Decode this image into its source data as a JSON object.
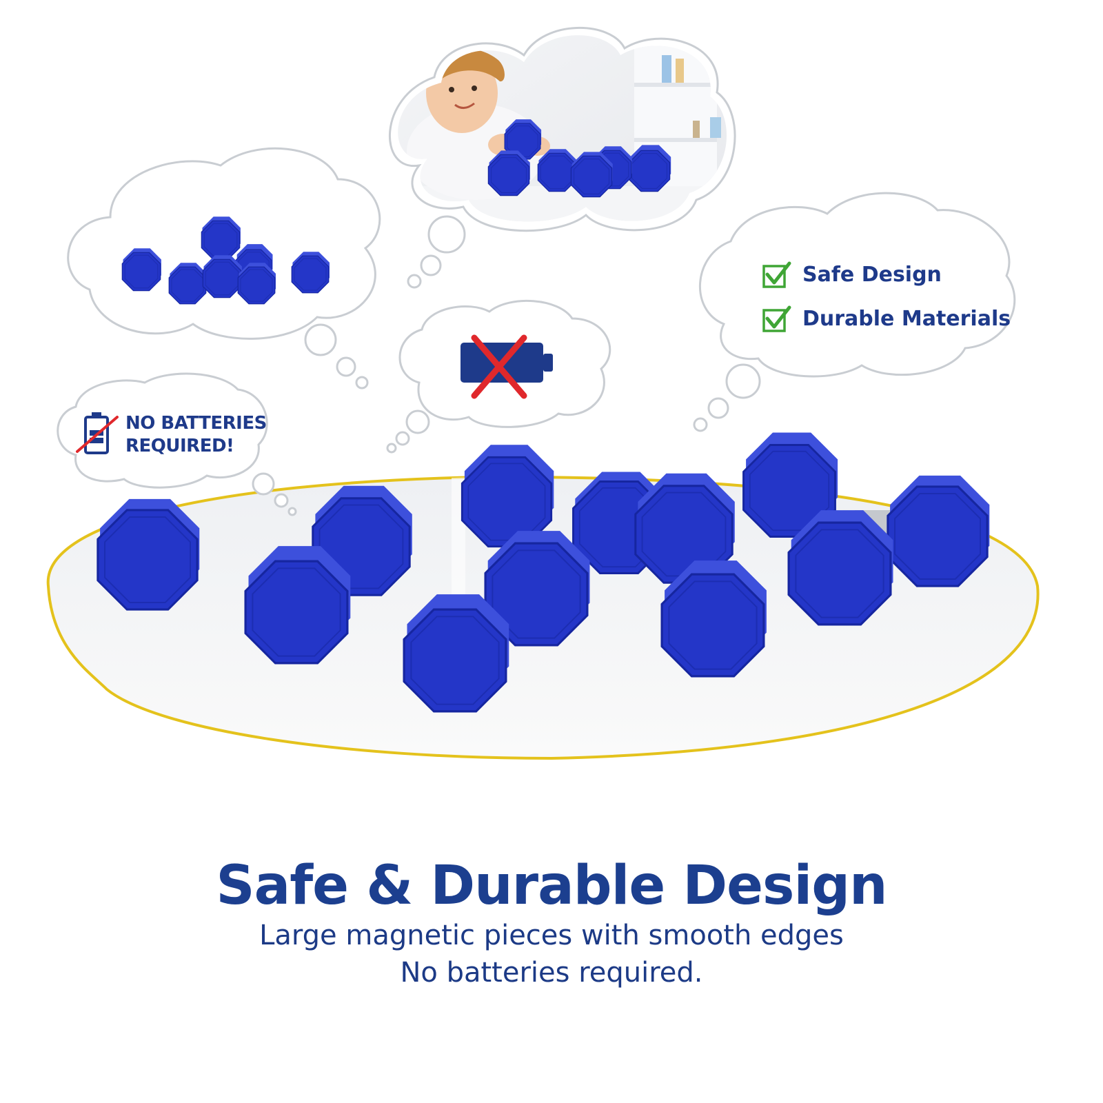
{
  "colors": {
    "block": "#2436c8",
    "block_dark": "#1626a0",
    "block_light": "#3d50dc",
    "text_navy": "#1c3f8f",
    "check_green": "#3fa535",
    "cross_red": "#e0282c",
    "rim_yellow": "#e4c21c"
  },
  "bubbles": {
    "features": {
      "items": [
        {
          "label": "Safe Design",
          "icon": "checkbox-checked-icon"
        },
        {
          "label": "Durable Materials",
          "icon": "checkbox-checked-icon"
        }
      ]
    },
    "no_battery_badge": {
      "line1": "NO BATTERIES",
      "line2": "REQUIRED!",
      "icon": "crossed-battery-icon"
    },
    "battery_bubble": {
      "icon": "crossed-battery-icon"
    },
    "child_photo": {
      "icon": "child-playing-photo"
    },
    "stack_bubble": {
      "icon": "stacked-blocks"
    }
  },
  "caption": {
    "headline": "Safe & Durable Design",
    "line1": "Large magnetic pieces with smooth edges",
    "line2": "No batteries required."
  }
}
